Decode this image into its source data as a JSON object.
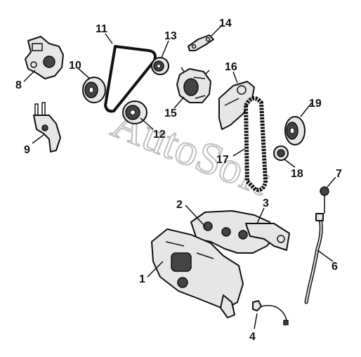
{
  "watermark": "AutoSoft",
  "callouts": [
    {
      "id": "1",
      "label": "1"
    },
    {
      "id": "2",
      "label": "2"
    },
    {
      "id": "3",
      "label": "3"
    },
    {
      "id": "4",
      "label": "4"
    },
    {
      "id": "6",
      "label": "6"
    },
    {
      "id": "7",
      "label": "7"
    },
    {
      "id": "8",
      "label": "8"
    },
    {
      "id": "9",
      "label": "9"
    },
    {
      "id": "10",
      "label": "10"
    },
    {
      "id": "11",
      "label": "11"
    },
    {
      "id": "12",
      "label": "12"
    },
    {
      "id": "13",
      "label": "13"
    },
    {
      "id": "14",
      "label": "14"
    },
    {
      "id": "15",
      "label": "15"
    },
    {
      "id": "16",
      "label": "16"
    },
    {
      "id": "17",
      "label": "17"
    },
    {
      "id": "18",
      "label": "18"
    },
    {
      "id": "19",
      "label": "19"
    }
  ]
}
